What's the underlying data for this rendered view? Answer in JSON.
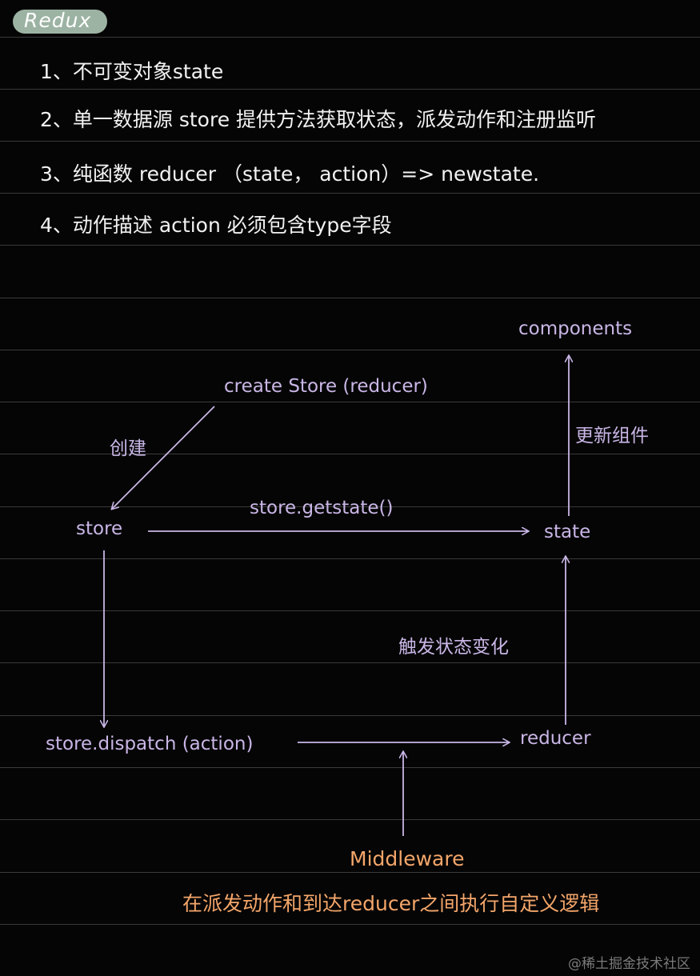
{
  "header": {
    "title": "Redux"
  },
  "notes": [
    "1、不可变对象state",
    "2、单一数据源 store 提供方法获取状态，派发动作和注册监听",
    "3、纯函数 reducer （state， action）=> newstate.",
    "4、动作描述 action 必须包含type字段"
  ],
  "diagram": {
    "components": "components",
    "create_store": "create Store (reducer)",
    "create_label": "创建",
    "store": "store",
    "getstate": "store.getstate()",
    "state": "state",
    "update_label": "更新组件",
    "trigger_label": "触发状态变化",
    "dispatch": "store.dispatch (action)",
    "reducer": "reducer",
    "middleware": "Middleware",
    "middleware_desc": "在派发动作和到达reducer之间执行自定义逻辑"
  },
  "footer": {
    "watermark": "@稀土掘金技术社区"
  },
  "colors": {
    "background": "#050505",
    "rule": "#3a3a3a",
    "note_text": "#f2f2f2",
    "diagram": "#c9b6e6",
    "accent": "#f4a66a",
    "title_pill": "#9cb3a3"
  }
}
